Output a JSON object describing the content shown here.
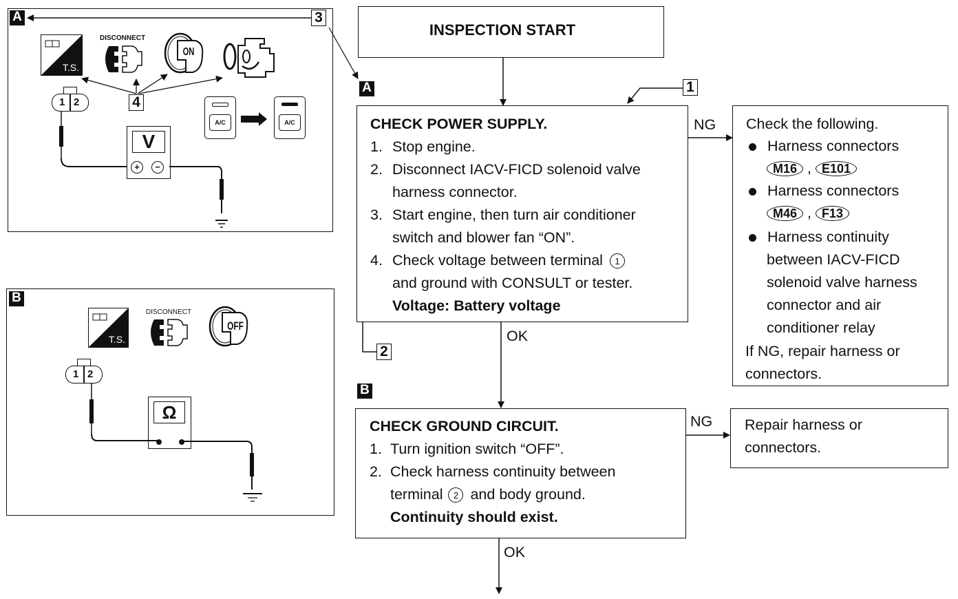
{
  "diagram": {
    "start_box": {
      "label": "INSPECTION START"
    },
    "step_a": {
      "marker": "A",
      "title": "CHECK POWER SUPPLY.",
      "steps": [
        {
          "num": "1.",
          "text": "Stop engine."
        },
        {
          "num": "2.",
          "text": "Disconnect IACV-FICD solenoid valve",
          "cont": "harness connector."
        },
        {
          "num": "3.",
          "text": "Start engine, then turn air conditioner",
          "cont": "switch and blower fan “ON”."
        },
        {
          "num": "4.",
          "text": "Check voltage between terminal",
          "terminal": "1",
          "cont": "and ground with CONSULT or tester."
        }
      ],
      "spec": "Voltage: Battery voltage",
      "ng_label": "NG",
      "ok_label": "OK"
    },
    "ng_a": {
      "intro": "Check the following.",
      "items": [
        {
          "text": "Harness connectors",
          "connectors": [
            "M16",
            "E101"
          ]
        },
        {
          "text": "Harness connectors",
          "connectors": [
            "M46",
            "F13"
          ]
        },
        {
          "text": "Harness continuity",
          "lines": [
            "between IACV-FICD",
            "solenoid valve harness",
            "connector and air",
            "conditioner relay"
          ]
        }
      ],
      "footer": [
        "If NG, repair harness or",
        "connectors."
      ]
    },
    "step_b": {
      "marker": "B",
      "title": "CHECK GROUND CIRCUIT.",
      "steps": [
        {
          "num": "1.",
          "text": "Turn ignition switch “OFF”."
        },
        {
          "num": "2.",
          "text": "Check harness continuity between",
          "cont_pre": "terminal",
          "terminal": "2",
          "cont_post": "and body ground."
        }
      ],
      "spec": "Continuity should exist.",
      "ng_label": "NG",
      "ok_label": "OK"
    },
    "ng_b": {
      "lines": [
        "Repair harness or",
        "connectors."
      ]
    },
    "callouts": {
      "one": "1",
      "two": "2",
      "three": "3",
      "four": "4"
    }
  },
  "panel_a": {
    "marker": "A",
    "icons": {
      "ts_label": "T.S.",
      "disconnect_label": "DISCONNECT",
      "key_label": "ON",
      "ac_label": "A/C"
    },
    "connector_pins": [
      "1",
      "2"
    ],
    "meter_label": "V",
    "meter_plus": "+",
    "meter_minus": "−"
  },
  "panel_b": {
    "marker": "B",
    "icons": {
      "ts_label": "T.S.",
      "disconnect_label": "DISCONNECT",
      "key_label": "OFF"
    },
    "connector_pins": [
      "1",
      "2"
    ],
    "meter_label": "Ω"
  }
}
